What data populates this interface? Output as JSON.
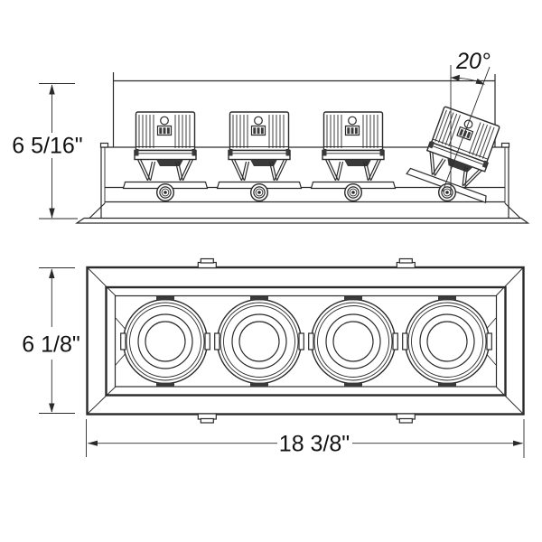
{
  "dimensions": {
    "side_height": "6 5/16\"",
    "tilt_angle": "20°",
    "front_height": "6 1/8\"",
    "front_width": "18 3/8\""
  },
  "fixture": {
    "lamp_count": 4,
    "tilted_lamp_angle_deg": 20
  },
  "colors": {
    "line": "#2a2a2a",
    "text": "#111111",
    "dark_fill": "#3a3a3a",
    "background": "#ffffff"
  }
}
